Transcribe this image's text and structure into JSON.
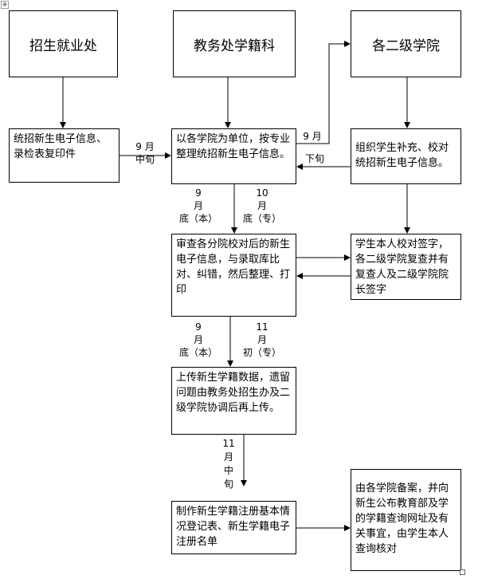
{
  "headers": {
    "admissions": "招生就业处",
    "registrar": "教务处学籍科",
    "colleges": "各二级学院"
  },
  "steps": {
    "collect": "统招新生电子信息、录检表复印件",
    "organize": "以各学院为单位，按专业整理统招新生电子信息。",
    "college_check": "组织学生补充、校对统招新生电子信息。",
    "review": "审查各分院校对后的新生电子信息，与录取库比对、纠错，然后整理、打印",
    "student_sign": "学生本人校对签字，各二级学院复查并有复查人及二级学院院长签字",
    "upload": "上传新生学籍数据，遗留问题由教务处招生办及二级学院协调后再上传。",
    "register": "制作新生学籍注册基本情况登记表、新生学籍电子注册名单",
    "publish": "由各学院备案，并向新生公布教育部及学的学籍查询网址及有关事宜，由学生本人查询核对"
  },
  "labels": {
    "sep_mid": [
      "9 月",
      "中旬"
    ],
    "sep_mid_up": "9 月",
    "sep_late_down": "下旬",
    "end_ben_1": [
      "9",
      "月",
      "底（本）"
    ],
    "end_zhuan_1": [
      "10",
      "月",
      "底（专）"
    ],
    "end_ben_2": [
      "9",
      "月",
      "底（本）"
    ],
    "early_zhuan": [
      "11",
      "月",
      "初（专）"
    ],
    "nov_mid": [
      "11",
      "月",
      "中",
      "旬"
    ]
  }
}
